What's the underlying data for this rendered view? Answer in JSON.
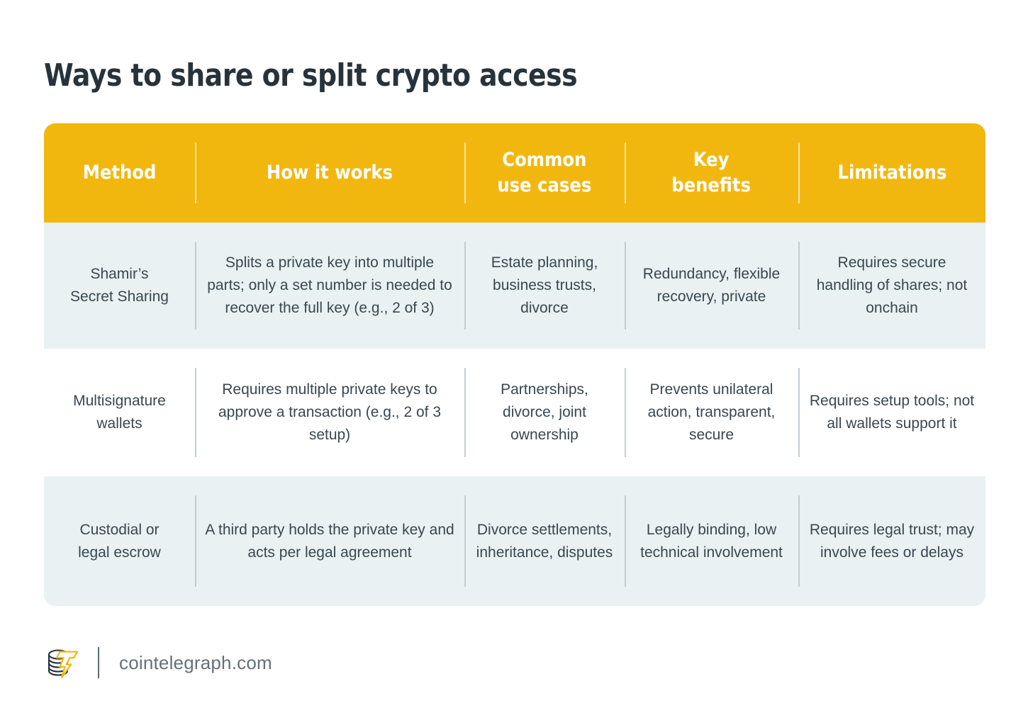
{
  "page": {
    "title": "Ways to share or split crypto access",
    "background_color": "#ffffff",
    "title_color": "#27333c"
  },
  "theme": {
    "header_bg": "#f2b70f",
    "header_text": "#ffffff",
    "row_alt_bg": "#e9f1f3",
    "row_plain_bg": "#ffffff",
    "body_text": "#39474f",
    "divider": "#c3ced2",
    "footer_text": "#63707c",
    "logo_accent": "#f2b70f"
  },
  "table": {
    "columns": [
      {
        "key": "method",
        "label": "Method"
      },
      {
        "key": "how_it_works",
        "label": "How it works"
      },
      {
        "key": "common_use_cases",
        "label": "Common\nuse cases"
      },
      {
        "key": "key_benefits",
        "label": "Key\nbenefits"
      },
      {
        "key": "limitations",
        "label": "Limitations"
      }
    ],
    "rows": [
      {
        "method": "Shamir’s\nSecret Sharing",
        "how_it_works": "Splits a private key into multiple parts; only a set number is needed to recover the full key (e.g., 2 of 3)",
        "common_use_cases": "Estate planning, business trusts, divorce",
        "key_benefits": "Redundancy, flexible recovery, private",
        "limitations": "Requires secure handling of shares; not onchain"
      },
      {
        "method": "Multisignature\nwallets",
        "how_it_works": "Requires multiple private keys to approve a transaction (e.g., 2 of 3 setup)",
        "common_use_cases": "Partnerships, divorce, joint ownership",
        "key_benefits": "Prevents unilateral action, transparent, secure",
        "limitations": "Requires setup tools; not all wallets support it"
      },
      {
        "method": "Custodial or\nlegal escrow",
        "how_it_works": "A third party holds the private key and acts per legal agreement",
        "common_use_cases": "Divorce settlements, inheritance, disputes",
        "key_benefits": "Legally binding, low technical involvement",
        "limitations": "Requires legal trust; may involve fees or delays"
      }
    ]
  },
  "footer": {
    "logo_name": "cointelegraph-logo-icon",
    "url": "cointelegraph.com"
  }
}
